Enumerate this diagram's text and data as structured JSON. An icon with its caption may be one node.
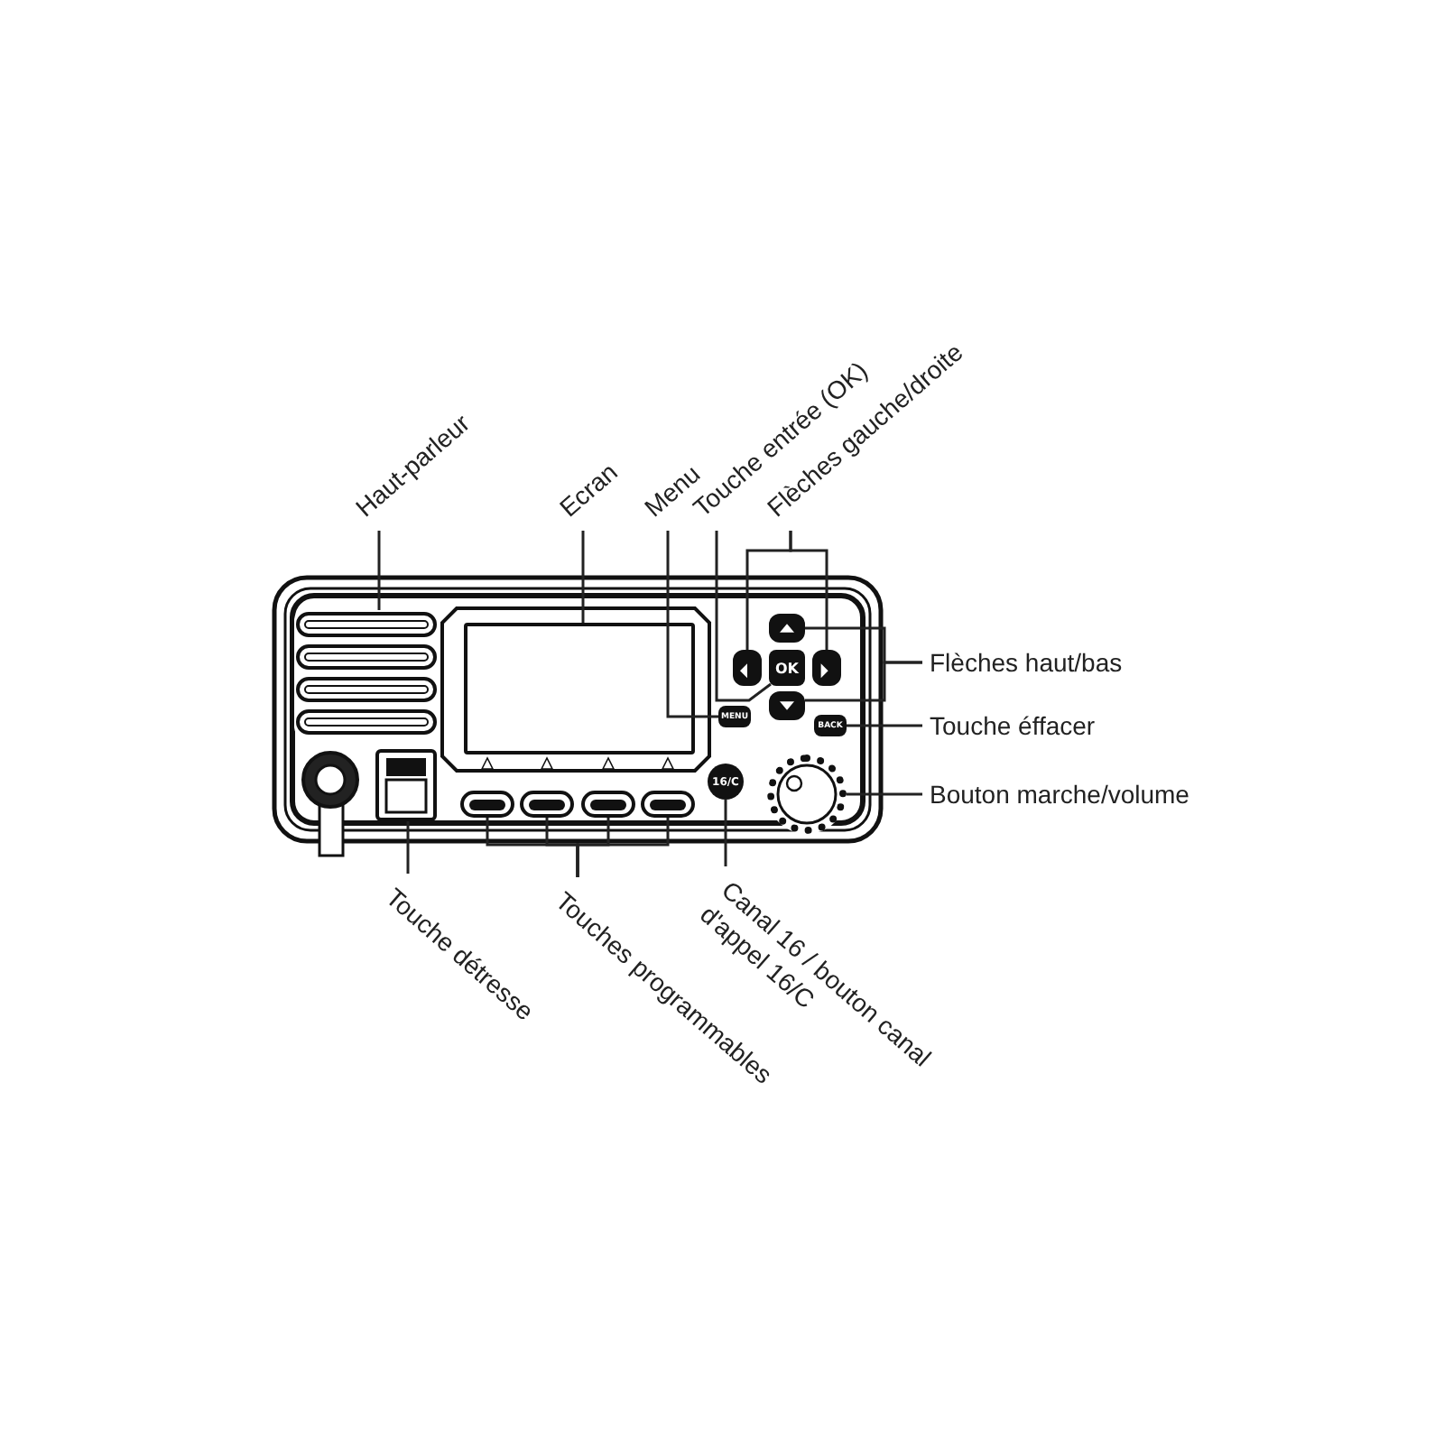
{
  "diagram": {
    "nodes": [
      {
        "text": [
          "Haut-parleur"
        ]
      },
      {
        "text": [
          "Ecran"
        ]
      },
      {
        "text": [
          "Menu"
        ]
      },
      {
        "text": [
          "Touche entrée (OK)"
        ]
      },
      {
        "text": [
          "Flèches gauche/droite"
        ]
      },
      {
        "text": [
          "Flèches haut/bas"
        ]
      },
      {
        "text": [
          "Touche éffacer"
        ]
      },
      {
        "text": [
          "Bouton marche/volume"
        ]
      },
      {
        "text": [
          "Touche détresse"
        ]
      },
      {
        "text": [
          "Touches programmables"
        ]
      },
      {
        "text": [
          "Canal 16 / bouton canal d'appel 16/C"
        ]
      },
      {
        "text": [],
        "shape": "box"
      },
      {
        "text": [],
        "shape": "box"
      },
      {
        "text": [
          "MENU"
        ]
      },
      {
        "text": [
          "OK"
        ]
      },
      {
        "text": [],
        "shape": "box"
      },
      {
        "text": [],
        "shape": "box"
      },
      {
        "text": [],
        "shape": "box"
      },
      {
        "text": [],
        "shape": "box"
      },
      {
        "text": [
          "BACK"
        ]
      },
      {
        "text": [],
        "shape": "circle"
      },
      {
        "text": [],
        "shape": "box"
      },
      {
        "text": [],
        "shape": "box"
      },
      {
        "text": [],
        "shape": "box"
      },
      {
        "text": [],
        "shape": "box"
      },
      {
        "text": [],
        "shape": "box"
      },
      {
        "text": [
          "16/C"
        ]
      }
    ],
    "edges": [
      {
        "from": 0,
        "to": 11,
        "arrow": "none"
      },
      {
        "from": 1,
        "to": 12,
        "arrow": "none"
      },
      {
        "from": 2,
        "to": 13,
        "arrow": "none"
      },
      {
        "from": 3,
        "to": 14,
        "arrow": "none"
      },
      {
        "from": 4,
        "to": 15,
        "arrow": "none"
      },
      {
        "from": 4,
        "to": 16,
        "arrow": "none"
      },
      {
        "from": 5,
        "to": 17,
        "arrow": "none"
      },
      {
        "from": 5,
        "to": 18,
        "arrow": "none"
      },
      {
        "from": 6,
        "to": 19,
        "arrow": "none"
      },
      {
        "from": 7,
        "to": 20,
        "arrow": "none"
      },
      {
        "from": 8,
        "to": 21,
        "arrow": "none"
      },
      {
        "from": 9,
        "to": 22,
        "arrow": "none"
      },
      {
        "from": 9,
        "to": 23,
        "arrow": "none"
      },
      {
        "from": 9,
        "to": 24,
        "arrow": "none"
      },
      {
        "from": 9,
        "to": 25,
        "arrow": "none"
      },
      {
        "from": 10,
        "to": 26,
        "arrow": "none"
      }
    ]
  }
}
